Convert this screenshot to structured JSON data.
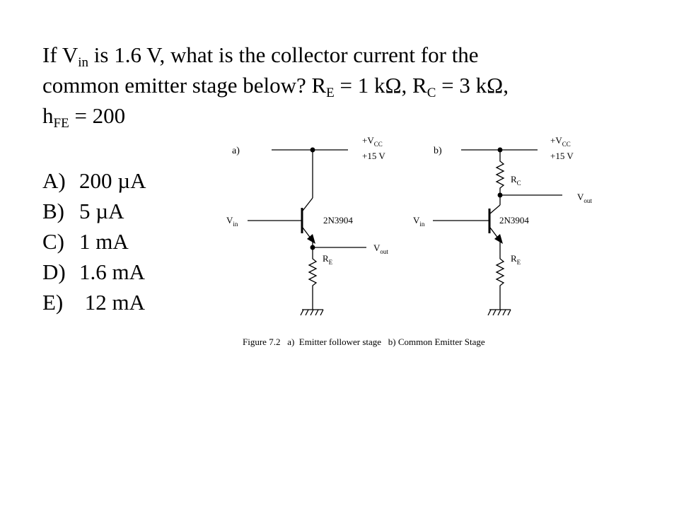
{
  "question": {
    "l1_a": "If V",
    "l1_sub": "in",
    "l1_b": " is 1.6 V, what is the collector current for the",
    "l2_a": "common emitter stage below?   R",
    "l2_sub1": "E",
    "l2_b": " = 1 kΩ, R",
    "l2_sub2": "C",
    "l2_c": " = 3 kΩ,",
    "l3_a": "h",
    "l3_sub": "FE",
    "l3_b": " = 200"
  },
  "options": [
    {
      "letter": "A)",
      "text": "200 µA"
    },
    {
      "letter": "B)",
      "text": "5 µA"
    },
    {
      "letter": "C)",
      "text": "1 mA"
    },
    {
      "letter": "D)",
      "text": "1.6 mA"
    },
    {
      "letter": "E)",
      "text": " 12 mA"
    }
  ],
  "figure": {
    "a": {
      "label": "a)",
      "vcc_v": "+V",
      "vcc_sub": "CC",
      "supply": "+15 V",
      "vin_v": "V",
      "vin_sub": "in",
      "transistor": "2N3904",
      "vout_v": "V",
      "vout_sub": "out",
      "re_r": "R",
      "re_sub": "E"
    },
    "b": {
      "label": "b)",
      "vcc_v": "+V",
      "vcc_sub": "CC",
      "supply": "+15 V",
      "vin_v": "V",
      "vin_sub": "in",
      "transistor": "2N3904",
      "vout_v": "V",
      "vout_sub": "out",
      "rc_r": "R",
      "rc_sub": "C",
      "re_r": "R",
      "re_sub": "E"
    },
    "caption": "Figure 7.2   a)  Emitter follower stage   b) Common Emitter Stage"
  }
}
